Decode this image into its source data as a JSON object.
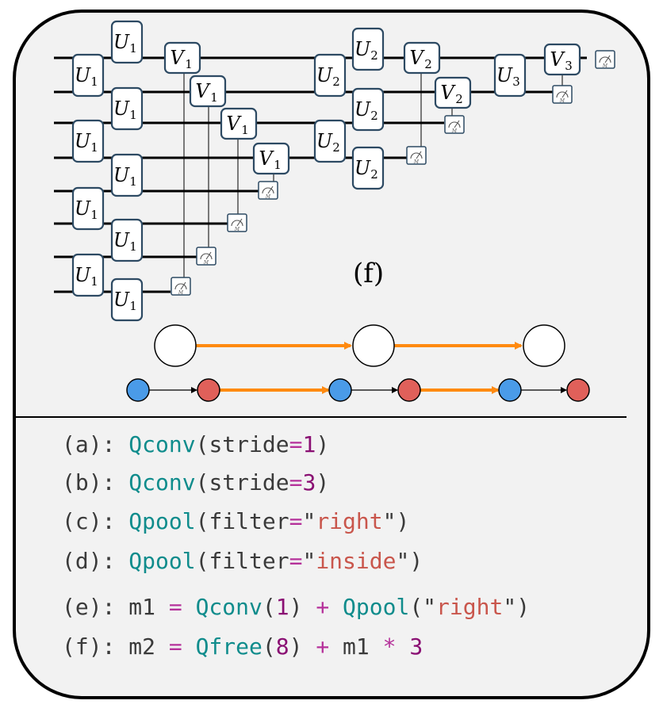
{
  "diagram": {
    "circuit": {
      "gates": {
        "U": "U",
        "V": "V"
      },
      "subscripts": [
        "1",
        "2",
        "3"
      ],
      "measure_symbol": "M",
      "label": "(f)"
    },
    "graph": {
      "node_colors": {
        "block": "#ffffff",
        "conv": "#4a9be8",
        "pool": "#e0605a",
        "edge_highlight": "#ff8a10"
      }
    },
    "code": {
      "colors": {
        "function": "#0f8c8c",
        "operator": "#b5319a",
        "number": "#8a0f73",
        "string": "#c9564c",
        "text": "#3a3a3a"
      },
      "lines": [
        [
          {
            "t": "(a): ",
            "k": "text"
          },
          {
            "t": "Qconv",
            "k": "fn"
          },
          {
            "t": "(stride",
            "k": "text"
          },
          {
            "t": "=",
            "k": "op"
          },
          {
            "t": "1",
            "k": "num"
          },
          {
            "t": ")",
            "k": "text"
          }
        ],
        [
          {
            "t": "(b): ",
            "k": "text"
          },
          {
            "t": "Qconv",
            "k": "fn"
          },
          {
            "t": "(stride",
            "k": "text"
          },
          {
            "t": "=",
            "k": "op"
          },
          {
            "t": "3",
            "k": "num"
          },
          {
            "t": ")",
            "k": "text"
          }
        ],
        [
          {
            "t": "(c): ",
            "k": "text"
          },
          {
            "t": "Qpool",
            "k": "fn"
          },
          {
            "t": "(filter",
            "k": "text"
          },
          {
            "t": "=",
            "k": "op"
          },
          {
            "t": "\"",
            "k": "text"
          },
          {
            "t": "right",
            "k": "str"
          },
          {
            "t": "\")",
            "k": "text"
          }
        ],
        [
          {
            "t": "(d): ",
            "k": "text"
          },
          {
            "t": "Qpool",
            "k": "fn"
          },
          {
            "t": "(filter",
            "k": "text"
          },
          {
            "t": "=",
            "k": "op"
          },
          {
            "t": "\"",
            "k": "text"
          },
          {
            "t": "inside",
            "k": "str"
          },
          {
            "t": "\")",
            "k": "text"
          }
        ],
        [
          {
            "t": "(e): m1 ",
            "k": "text"
          },
          {
            "t": "=",
            "k": "op"
          },
          {
            "t": " ",
            "k": "text"
          },
          {
            "t": "Qconv",
            "k": "fn"
          },
          {
            "t": "(",
            "k": "text"
          },
          {
            "t": "1",
            "k": "num"
          },
          {
            "t": ") ",
            "k": "text"
          },
          {
            "t": "+",
            "k": "op"
          },
          {
            "t": " ",
            "k": "text"
          },
          {
            "t": "Qpool",
            "k": "fn"
          },
          {
            "t": "(\"",
            "k": "text"
          },
          {
            "t": "right",
            "k": "str"
          },
          {
            "t": "\")",
            "k": "text"
          }
        ],
        [
          {
            "t": "(f): m2 ",
            "k": "text"
          },
          {
            "t": "=",
            "k": "op"
          },
          {
            "t": " ",
            "k": "text"
          },
          {
            "t": "Qfree",
            "k": "fn"
          },
          {
            "t": "(",
            "k": "text"
          },
          {
            "t": "8",
            "k": "num"
          },
          {
            "t": ") ",
            "k": "text"
          },
          {
            "t": "+",
            "k": "op"
          },
          {
            "t": " m1 ",
            "k": "text"
          },
          {
            "t": "*",
            "k": "op"
          },
          {
            "t": " ",
            "k": "text"
          },
          {
            "t": "3",
            "k": "num"
          }
        ]
      ]
    }
  }
}
